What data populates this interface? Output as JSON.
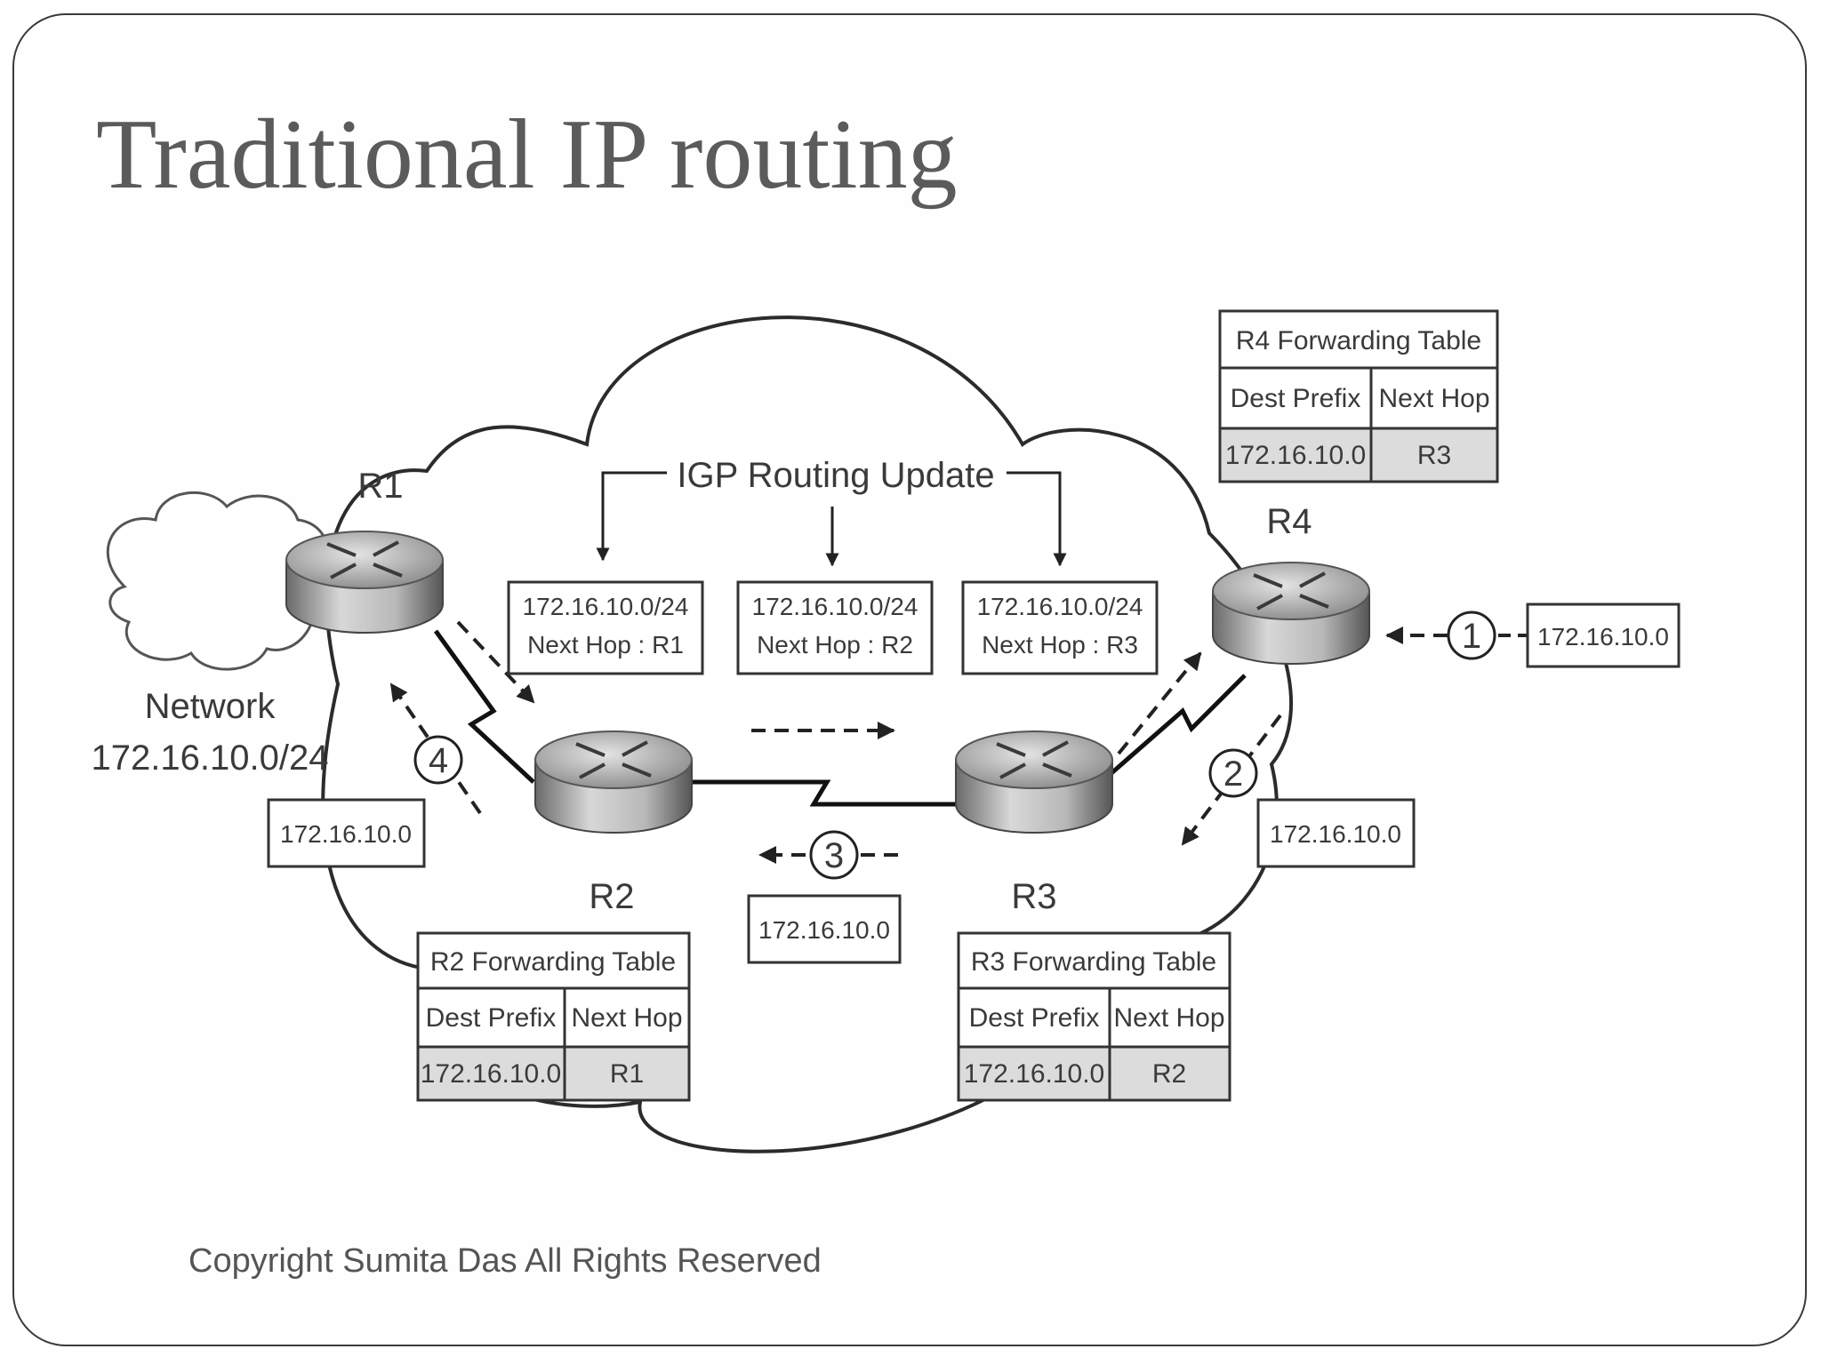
{
  "slide": {
    "title": "Traditional IP routing",
    "copyright": "Copyright Sumita Das All Rights Reserved"
  },
  "diagram": {
    "network_label": "Network",
    "network_prefix": "172.16.10.0/24",
    "igp_label": "IGP Routing Update",
    "routers": {
      "r1": "R1",
      "r2": "R2",
      "r3": "R3",
      "r4": "R4"
    },
    "updates": [
      {
        "prefix": "172.16.10.0/24",
        "next_hop": "Next Hop : R1"
      },
      {
        "prefix": "172.16.10.0/24",
        "next_hop": "Next Hop : R2"
      },
      {
        "prefix": "172.16.10.0/24",
        "next_hop": "Next Hop : R3"
      }
    ],
    "packets": {
      "step1": "172.16.10.0",
      "step2": "172.16.10.0",
      "step3": "172.16.10.0",
      "step4": "172.16.10.0"
    },
    "steps": [
      "1",
      "2",
      "3",
      "4"
    ],
    "tables": {
      "r4": {
        "title": "R4 Forwarding Table",
        "col1": "Dest Prefix",
        "col2": "Next Hop",
        "prefix": "172.16.10.0",
        "hop": "R3"
      },
      "r2": {
        "title": "R2 Forwarding Table",
        "col1": "Dest Prefix",
        "col2": "Next Hop",
        "prefix": "172.16.10.0",
        "hop": "R1"
      },
      "r3": {
        "title": "R3 Forwarding Table",
        "col1": "Dest Prefix",
        "col2": "Next Hop",
        "prefix": "172.16.10.0",
        "hop": "R2"
      }
    }
  }
}
